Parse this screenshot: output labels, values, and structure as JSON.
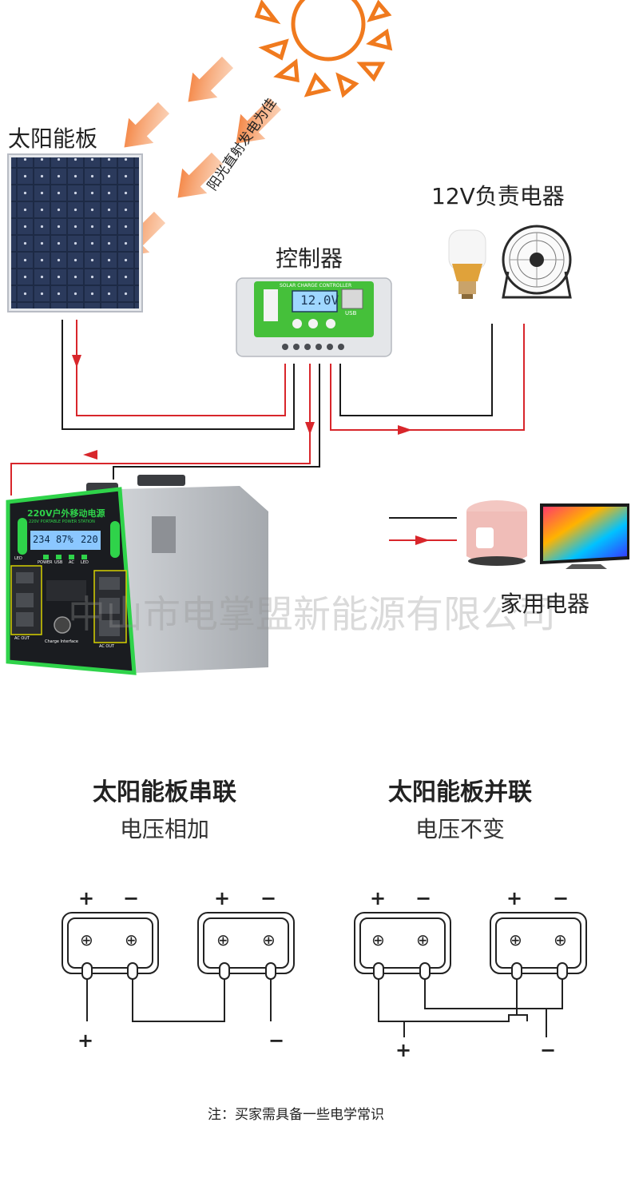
{
  "system": {
    "solar_panel_label": "太阳能板",
    "sunlight_note": "阳光直射发电为佳",
    "controller_label": "控制器",
    "controller_brand": "SOLAR CHARGE CONTROLLER",
    "controller_display": "12.0V",
    "controller_usb": "USB",
    "dc_load_label": "12V负责电器",
    "ac_load_label": "家用电器",
    "watermark": "中山市电掌盟新能源有限公司",
    "power_station": {
      "title_cn": "220V户外移动电源",
      "title_en": "220V PORTABLE POWER STATION",
      "display_left": "234",
      "display_mid": "87%",
      "display_right": "220",
      "buttons": [
        "POWER",
        "USB",
        "AC",
        "LED"
      ],
      "led_label": "LED",
      "ac_out_label": "AC OUT",
      "charge_label": "Charge Interface"
    }
  },
  "wiring": {
    "series": {
      "title": "太阳能板串联",
      "subtitle": "电压相加",
      "plus": "+",
      "minus": "−"
    },
    "parallel": {
      "title": "太阳能板并联",
      "subtitle": "电压不变",
      "plus": "+",
      "minus": "−"
    },
    "terminal_symbol": "⊕"
  },
  "note": "注：买家需具备一些电学常识",
  "colors": {
    "sun": "#f07a1e",
    "arrow": "#f26a1b",
    "wire_red": "#d8262b",
    "wire_black": "#1a1a1a",
    "panel_dark": "#1d2a45",
    "station_green": "#2fd34a",
    "station_body": "#b9bcc0",
    "controller_green": "#45c03a"
  }
}
